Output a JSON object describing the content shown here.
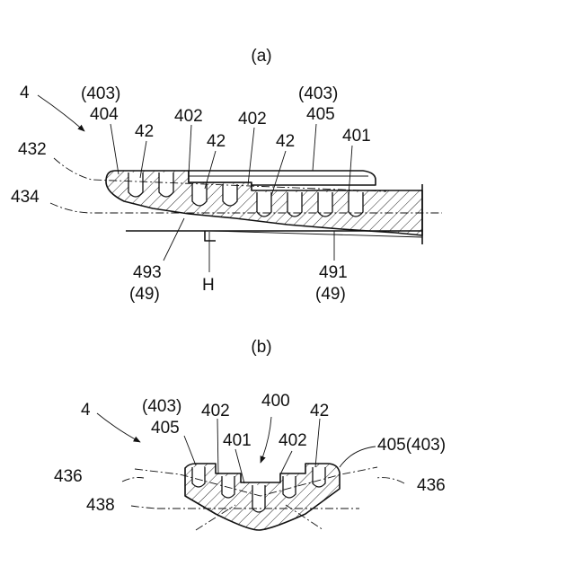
{
  "panel_a": {
    "caption": "(a)",
    "labels": {
      "insole": "4",
      "ref_403_left": "(403)",
      "ref_404": "404",
      "ref_42_a": "42",
      "ref_402_a": "402",
      "ref_42_b": "42",
      "ref_402_b": "402",
      "ref_403_right": "(403)",
      "ref_405": "405",
      "ref_42_c": "42",
      "ref_401": "401",
      "ref_432": "432",
      "ref_434": "434",
      "ref_493": "493",
      "ref_49_left": "(49)",
      "ref_H": "H",
      "ref_491": "491",
      "ref_49_right": "(49)"
    }
  },
  "panel_b": {
    "caption": "(b)",
    "labels": {
      "insole": "4",
      "ref_403_left": "(403)",
      "ref_405_left": "405",
      "ref_402_left": "402",
      "ref_400": "400",
      "ref_42": "42",
      "ref_401": "401",
      "ref_402_mid": "402",
      "ref_405_403_right": "405(403)",
      "ref_436_left": "436",
      "ref_436_right": "436",
      "ref_438": "438"
    }
  }
}
